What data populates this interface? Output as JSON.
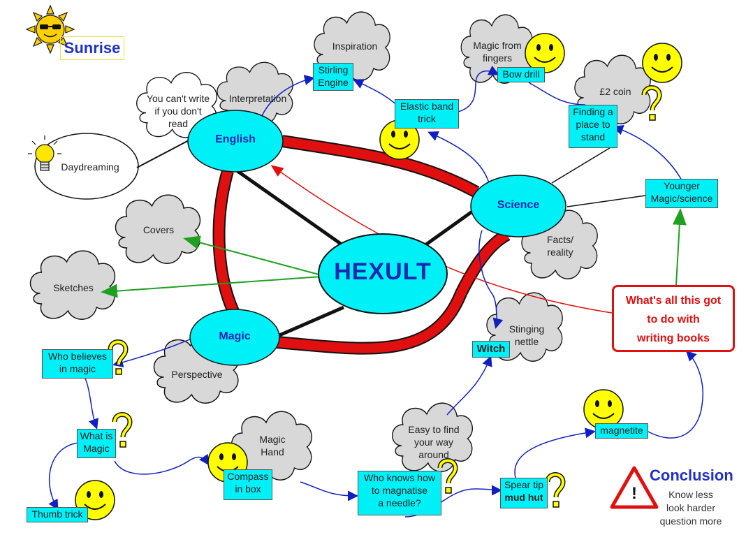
{
  "title": "Hexult",
  "sunrise": "Sunrise",
  "nodes": {
    "english": "English",
    "science": "Science",
    "magic": "Magic"
  },
  "clouds": {
    "inspiration": "Inspiration",
    "interpretation": "Interpretation",
    "cant_write": [
      "You can't write",
      "if you don't",
      "read"
    ],
    "daydreaming": "Daydreaming",
    "covers": "Covers",
    "sketches": "Sketches",
    "perspective": "Perspective",
    "magic_hand": [
      "Magic",
      "Hand"
    ],
    "easy_find": [
      "Easy to find",
      "your way",
      "around"
    ],
    "stinging": [
      "Stinging",
      "nettle"
    ],
    "facts": [
      "Facts/",
      "reality"
    ],
    "coin": "£2 coin",
    "magic_fingers": [
      "Magic from",
      "fingers"
    ]
  },
  "boxes": {
    "stirling": [
      "Stirling",
      "Engine"
    ],
    "elastic": [
      "Elastic band",
      "trick"
    ],
    "bow_drill": "Bow drill",
    "finding_place": [
      "Finding a",
      "place to",
      "stand"
    ],
    "younger": [
      "Younger",
      "Magic/science"
    ],
    "who_believes": [
      "Who believes",
      "in magic"
    ],
    "what_is_magic": [
      "What is",
      "Magic"
    ],
    "thumb_trick": "Thumb trick",
    "compass": [
      "Compass",
      "in box"
    ],
    "magnetise": [
      "Who knows how",
      "to magnatise",
      "a needle?"
    ],
    "spear_tip": [
      "Spear tip",
      "mud hut"
    ],
    "magnetite": "magnetite",
    "witch": "Witch"
  },
  "question": [
    "What's all this got",
    "to do with",
    "writing books"
  ],
  "conclusion": {
    "title": "Conclusion",
    "lines": [
      "Know less",
      "look harder",
      "question more"
    ]
  },
  "colors": {
    "oval_fill": "#00f0f8",
    "box_fill": "#00f0f8",
    "red_link": "#e01010",
    "blue_link": "#1020c0",
    "green_link": "#20a020",
    "smiley": "#ffff00",
    "cloud": "#d8d8d8"
  }
}
